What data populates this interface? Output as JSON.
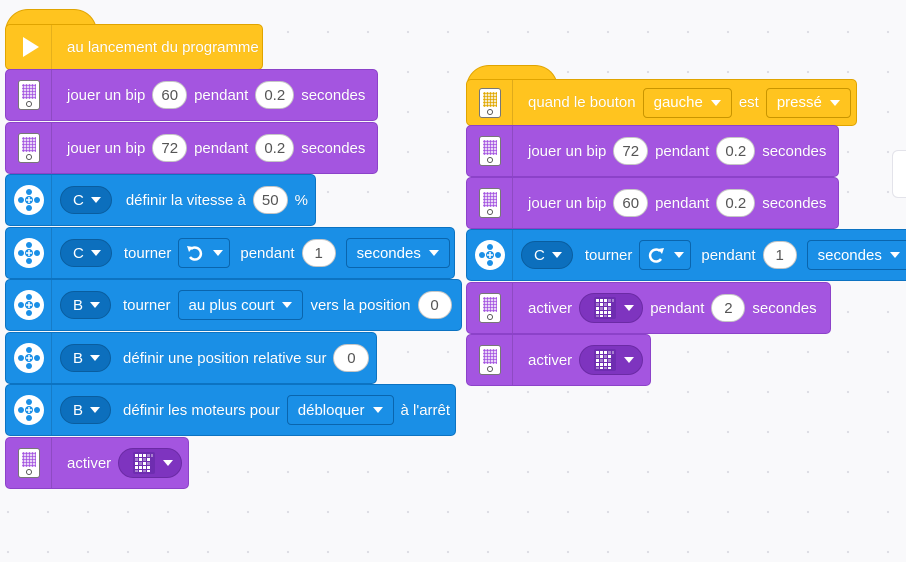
{
  "stack_left": {
    "hat": {
      "label": "au lancement du programme",
      "icon": "play-icon"
    },
    "blocks": [
      {
        "kind": "beep",
        "label_a": "jouer un bip",
        "note": "60",
        "label_b": "pendant",
        "duration": "0.2",
        "label_c": "secondes"
      },
      {
        "kind": "beep",
        "label_a": "jouer un bip",
        "note": "72",
        "label_b": "pendant",
        "duration": "0.2",
        "label_c": "secondes"
      },
      {
        "kind": "speed",
        "port": "C",
        "label_a": "définir la vitesse à",
        "value": "50",
        "label_b": "%"
      },
      {
        "kind": "run",
        "port": "C",
        "label_a": "tourner",
        "direction": "counterclockwise",
        "label_b": "pendant",
        "amount": "1",
        "unit": "secondes"
      },
      {
        "kind": "goto",
        "port": "B",
        "label_a": "tourner",
        "mode": "au plus court",
        "label_b": "vers la position",
        "value": "0"
      },
      {
        "kind": "relpos",
        "port": "B",
        "label_a": "définir une position relative sur",
        "value": "0"
      },
      {
        "kind": "stop",
        "port": "B",
        "label_a": "définir les moteurs pour",
        "mode": "débloquer",
        "label_b": "à l'arrêt"
      },
      {
        "kind": "display",
        "label_a": "activer"
      }
    ]
  },
  "stack_right": {
    "hat": {
      "label_a": "quand le bouton",
      "button": "gauche",
      "label_b": "est",
      "state": "pressé"
    },
    "blocks": [
      {
        "kind": "beep",
        "label_a": "jouer un bip",
        "note": "72",
        "label_b": "pendant",
        "duration": "0.2",
        "label_c": "secondes"
      },
      {
        "kind": "beep",
        "label_a": "jouer un bip",
        "note": "60",
        "label_b": "pendant",
        "duration": "0.2",
        "label_c": "secondes"
      },
      {
        "kind": "run",
        "port": "C",
        "label_a": "tourner",
        "direction": "clockwise",
        "label_b": "pendant",
        "amount": "1",
        "unit": "secondes"
      },
      {
        "kind": "display_for",
        "label_a": "activer",
        "label_b": "pendant",
        "duration": "2",
        "label_c": "secondes"
      },
      {
        "kind": "display",
        "label_a": "activer"
      }
    ]
  },
  "colors": {
    "purple": "#a455e0",
    "blue": "#1a8fe6",
    "yellow": "#ffc41f"
  }
}
